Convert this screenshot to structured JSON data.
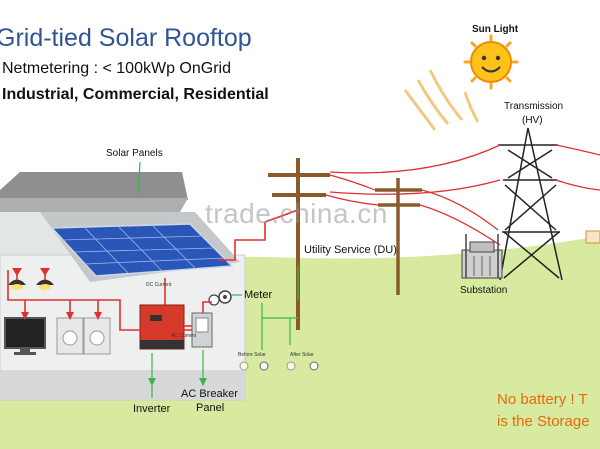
{
  "header": {
    "title": "Grid-tied Solar Rooftop",
    "subtitle": "Netmetering : < 100kWp OnGrid",
    "sectors": "Industrial, Commercial, Residential"
  },
  "labels": {
    "sun": "Sun Light",
    "transmission": "Transmission",
    "transmission_sub": "(HV)",
    "solar_panels": "Solar Panels",
    "utility": "Utility Service (DU)",
    "substation": "Substation",
    "meter": "Meter",
    "inverter": "Inverter",
    "breaker_line1": "AC Breaker",
    "breaker_line2": "Panel",
    "dc_current": "DC Current",
    "ac_current": "AC Current",
    "before_solar": "Before Solar",
    "after_solar": "After Solar"
  },
  "note": {
    "line1": "No battery ! T",
    "line2": "is the Storage"
  },
  "watermark": "trade.china.cn",
  "colors": {
    "title": "#2f5597",
    "note": "#e36c09",
    "wire": "#e03030",
    "ground": "#d7eaa0",
    "house_wall": "#eef0f0",
    "panel": "#2a56b8",
    "inverter": "#d63a2a"
  }
}
